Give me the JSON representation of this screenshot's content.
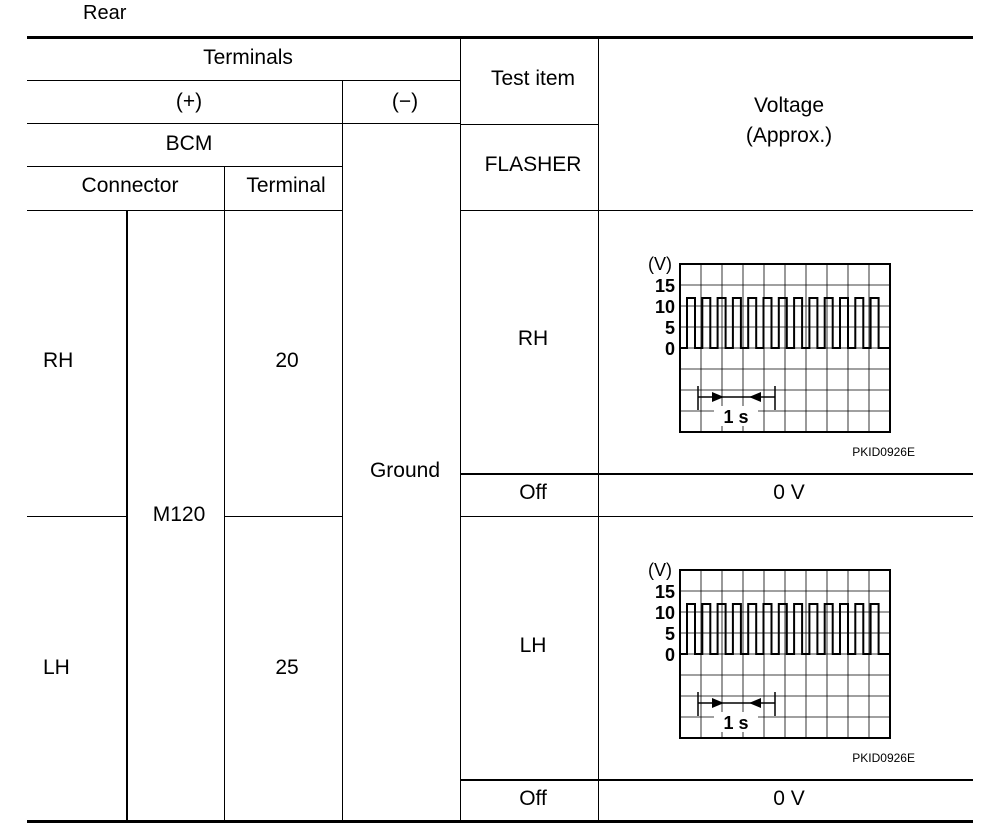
{
  "caption": "Rear",
  "header": {
    "terminals": "Terminals",
    "plus": "(+)",
    "minus": "(−)",
    "unit": "BCM",
    "connector": "Connector",
    "terminal": "Terminal",
    "test_item": "Test item",
    "test_item_sub": "FLASHER",
    "voltage_line1": "Voltage",
    "voltage_line2": "(Approx.)"
  },
  "connector_value": "M120",
  "ground_label": "Ground",
  "rows": [
    {
      "side": "RH",
      "terminal": "20",
      "on_item": "RH",
      "off_item": "Off",
      "off_voltage": "0 V"
    },
    {
      "side": "LH",
      "terminal": "25",
      "on_item": "LH",
      "off_item": "Off",
      "off_voltage": "0 V"
    }
  ],
  "waveform": {
    "unit_label": "(V)",
    "y_ticks": [
      "15",
      "10",
      "5",
      "0"
    ],
    "time_label": "1 s",
    "figure_code": "PKID0926E"
  }
}
